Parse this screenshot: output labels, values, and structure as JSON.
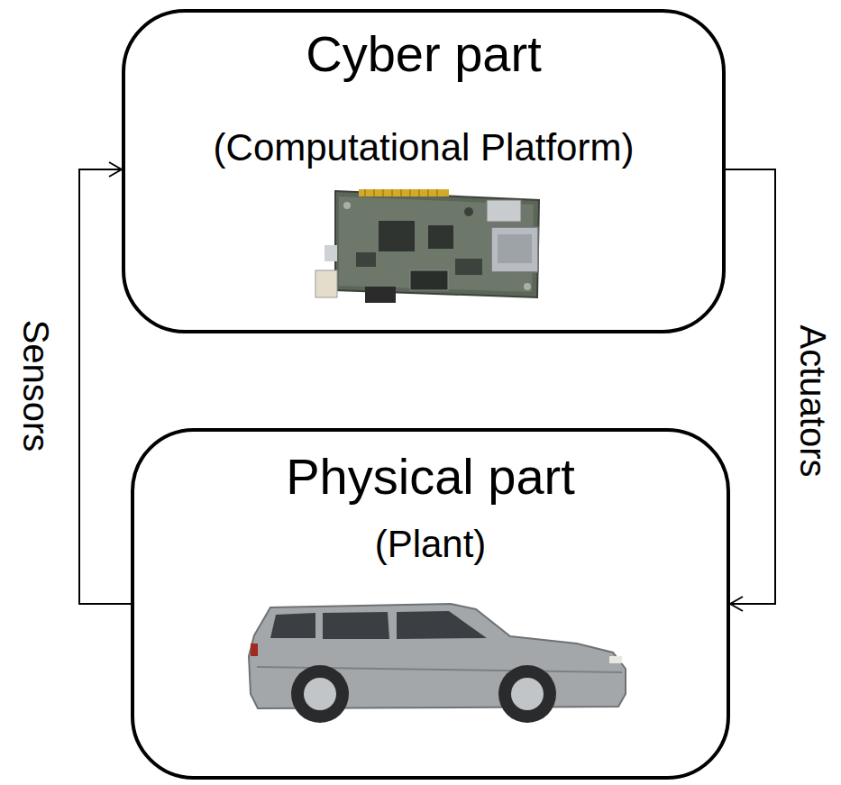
{
  "diagram": {
    "nodes": [
      {
        "text": [
          "Cyber part",
          "(Computational Platform)"
        ]
      },
      {
        "text": [
          "Physical part",
          "(Plant)"
        ]
      }
    ],
    "edges": [
      {
        "from": 1,
        "to": 0,
        "label": "Sensors",
        "arrow": "to"
      },
      {
        "from": 0,
        "to": 1,
        "label": "Actuators",
        "arrow": "to"
      }
    ]
  }
}
